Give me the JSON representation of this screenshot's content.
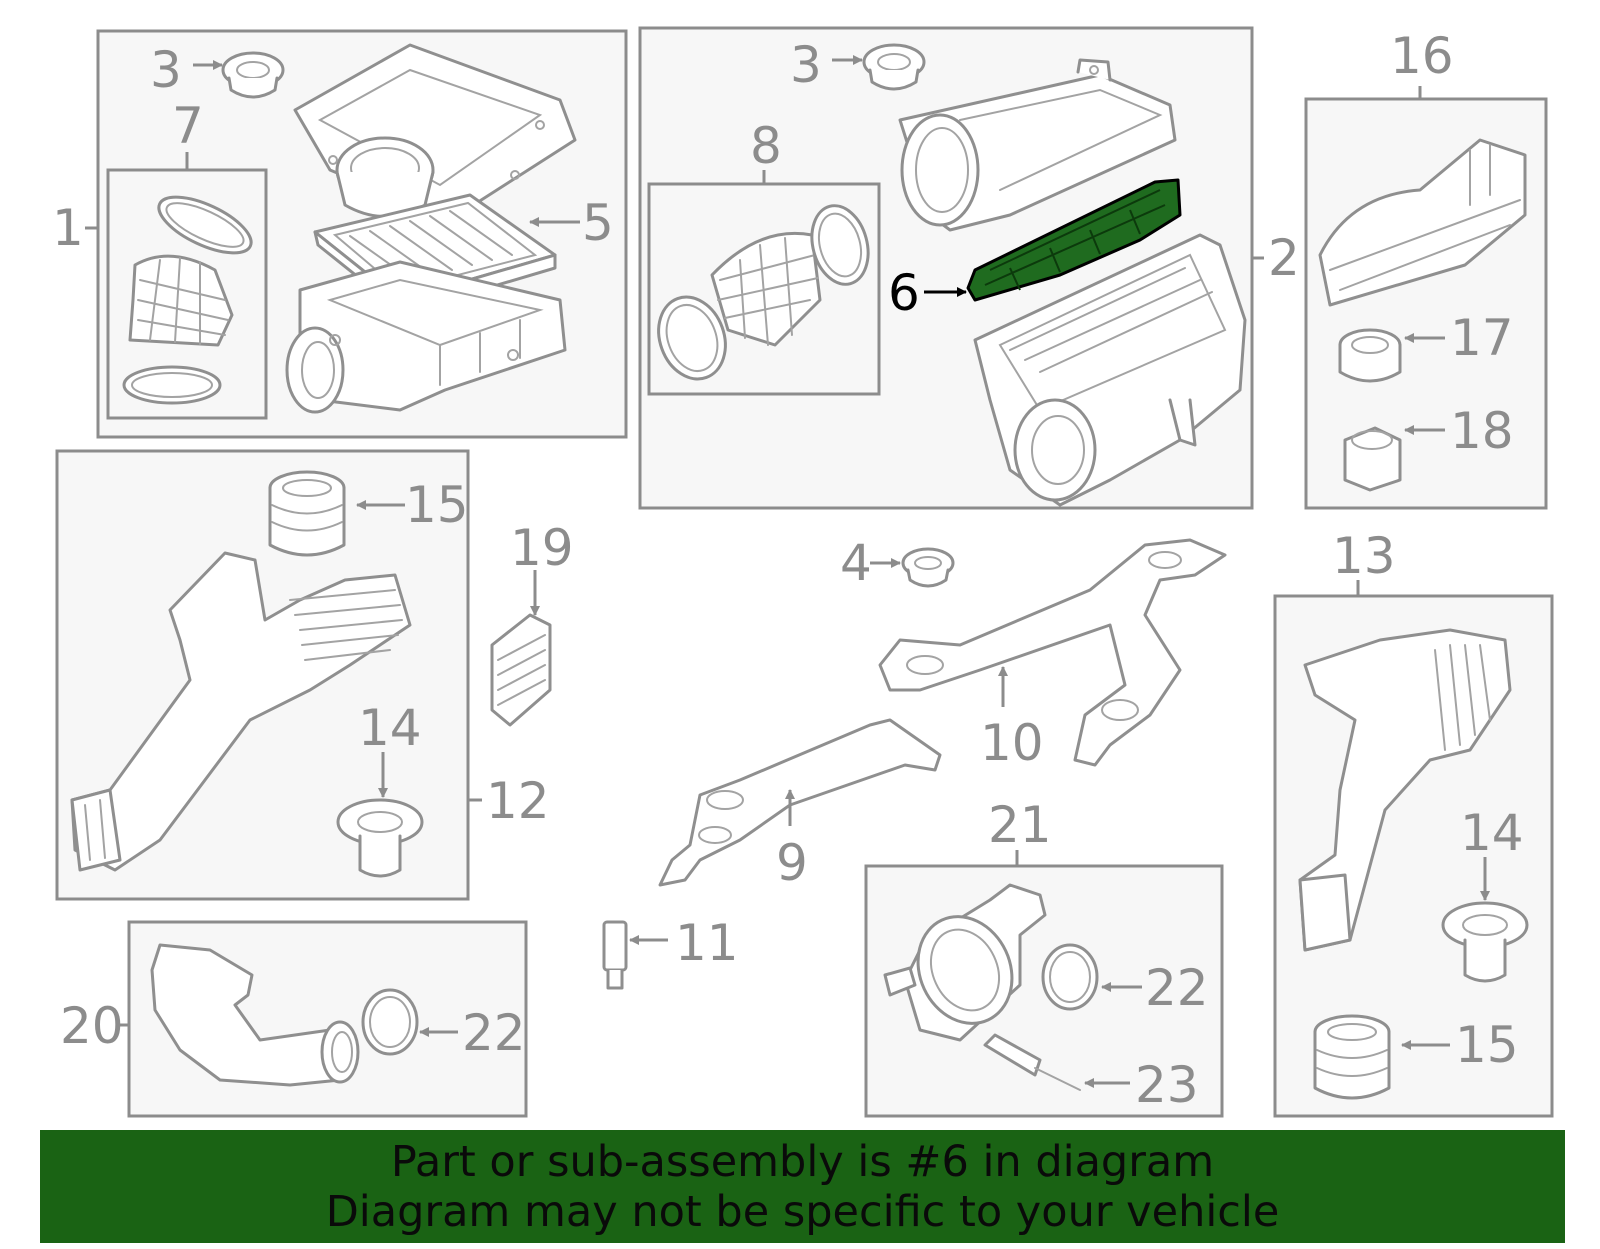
{
  "callouts": {
    "n1": "1",
    "n2": "2",
    "n3a": "3",
    "n3b": "3",
    "n4": "4",
    "n5": "5",
    "n6": "6",
    "n7": "7",
    "n8": "8",
    "n9": "9",
    "n10": "10",
    "n11": "11",
    "n12": "12",
    "n13": "13",
    "n14a": "14",
    "n14b": "14",
    "n15a": "15",
    "n15b": "15",
    "n16": "16",
    "n17": "17",
    "n18": "18",
    "n19": "19",
    "n20": "20",
    "n21": "21",
    "n22a": "22",
    "n22b": "22",
    "n23": "23"
  },
  "highlight": {
    "part": "6",
    "color": "#1f6b1f"
  },
  "banner": {
    "line1": "Part or sub-assembly is #6 in diagram",
    "line2": "Diagram may not be specific to your vehicle",
    "color": "#1a6314"
  }
}
